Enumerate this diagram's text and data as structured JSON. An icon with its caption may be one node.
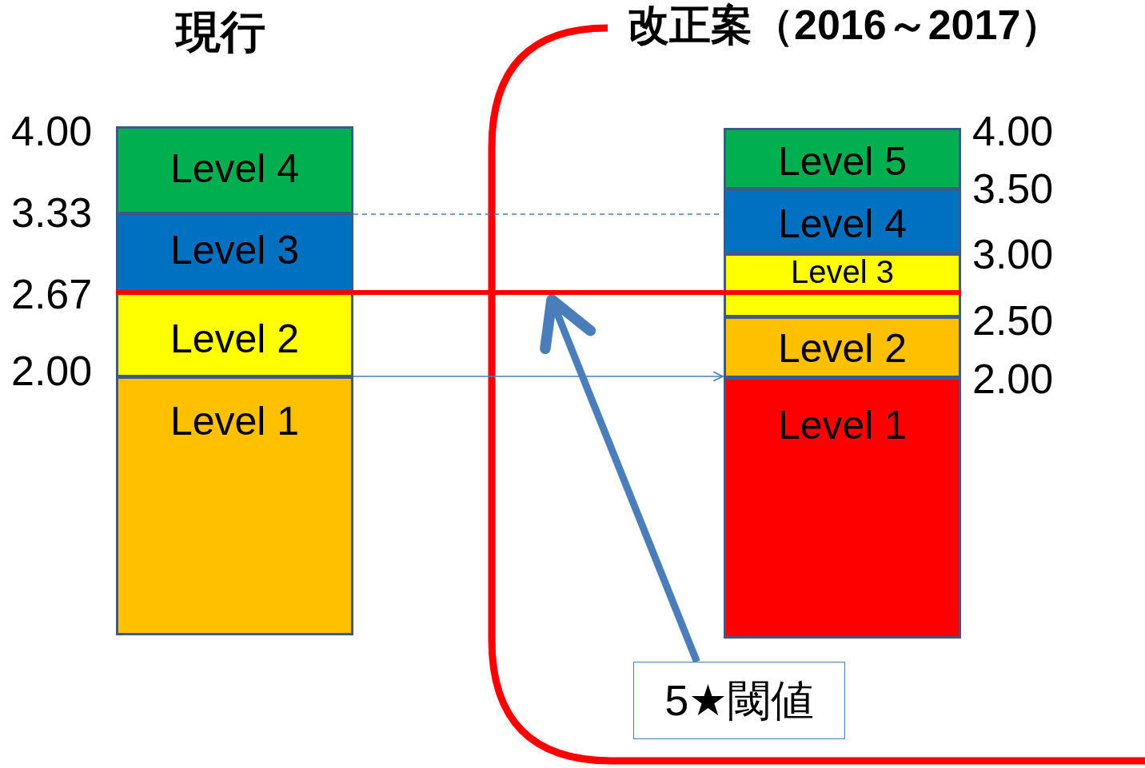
{
  "diagram": {
    "nodes": [
      {
        "text": [
          "Level 4"
        ]
      },
      {
        "text": [
          "Level 3"
        ]
      },
      {
        "text": [
          "Level 2"
        ]
      },
      {
        "text": [
          "Level 1"
        ]
      },
      {
        "text": [
          "Level 5"
        ]
      },
      {
        "text": [
          "Level 4"
        ]
      },
      {
        "text": [
          "Level 3"
        ]
      },
      {
        "text": [
          "Level 2"
        ]
      },
      {
        "text": [
          "Level 1"
        ]
      },
      {
        "text": [
          "5★閾値"
        ]
      }
    ],
    "edges": [
      {
        "from": 1,
        "to": 5,
        "arrow": "none",
        "style": "dashed"
      },
      {
        "from": 3,
        "to": 8,
        "arrow": "to"
      },
      {
        "from": 9,
        "to": null,
        "arrow": "to",
        "style": "thick"
      }
    ],
    "labels": [
      "現行",
      "改正案（2016～2017）",
      "4.00",
      "3.33",
      "2.67",
      "2.00",
      "4.00",
      "3.50",
      "3.00",
      "2.50",
      "2.00"
    ]
  }
}
